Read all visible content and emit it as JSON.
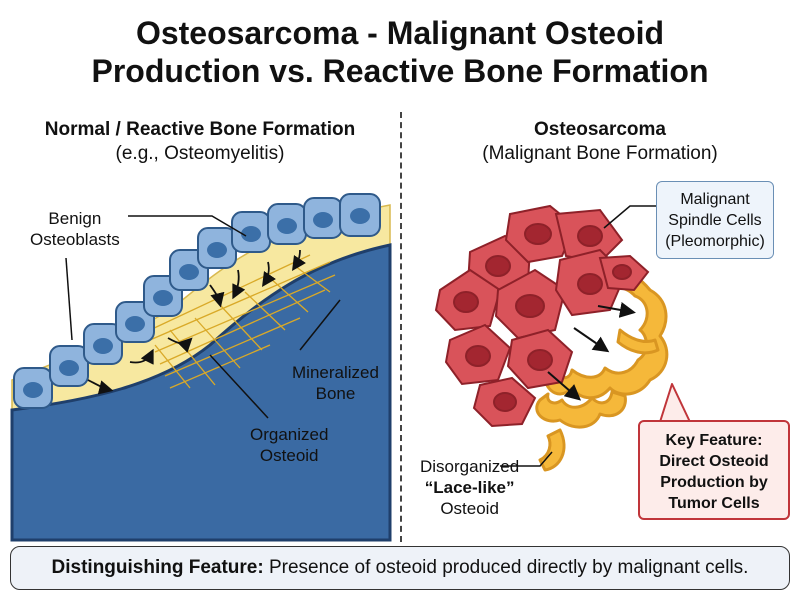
{
  "title": {
    "line1": "Osteosarcoma - Malignant Osteoid",
    "line2": "Production vs. Reactive Bone Formation"
  },
  "left_panel": {
    "heading": "Normal / Reactive Bone Formation",
    "subheading": "(e.g., Osteomyelitis)",
    "labels": {
      "osteoblasts_line1": "Benign",
      "osteoblasts_line2": "Osteoblasts",
      "bone_line1": "Mineralized",
      "bone_line2": "Bone",
      "osteoid_line1": "Organized",
      "osteoid_line2": "Osteoid"
    }
  },
  "right_panel": {
    "heading": "Osteosarcoma",
    "subheading": "(Malignant Bone Formation)",
    "callout": {
      "line1": "Malignant",
      "line2": "Spindle Cells",
      "line3": "(Pleomorphic)"
    },
    "osteoid_label": {
      "line1": "Disorganized",
      "line2": "“Lace-like”",
      "line3": "Osteoid"
    },
    "key_feature": {
      "line1": "Key Feature:",
      "line2": "Direct Osteoid",
      "line3": "Production by",
      "line4": "Tumor Cells"
    }
  },
  "footer": {
    "strong": "Distinguishing Feature:",
    "text": " Presence of osteoid produced directly by malignant cells."
  },
  "colors": {
    "bone": "#3a6aa3",
    "bone_edge": "#1f3f6b",
    "osteoid": "#f7e8a0",
    "osteoblast": "#8fb4dd",
    "osteoblast_nucleus": "#3b6fa8",
    "tumor_cell": "#d9535a",
    "tumor_nucleus": "#a32630",
    "lace_osteoid": "#f5b83a",
    "key_border": "#c0353a"
  }
}
